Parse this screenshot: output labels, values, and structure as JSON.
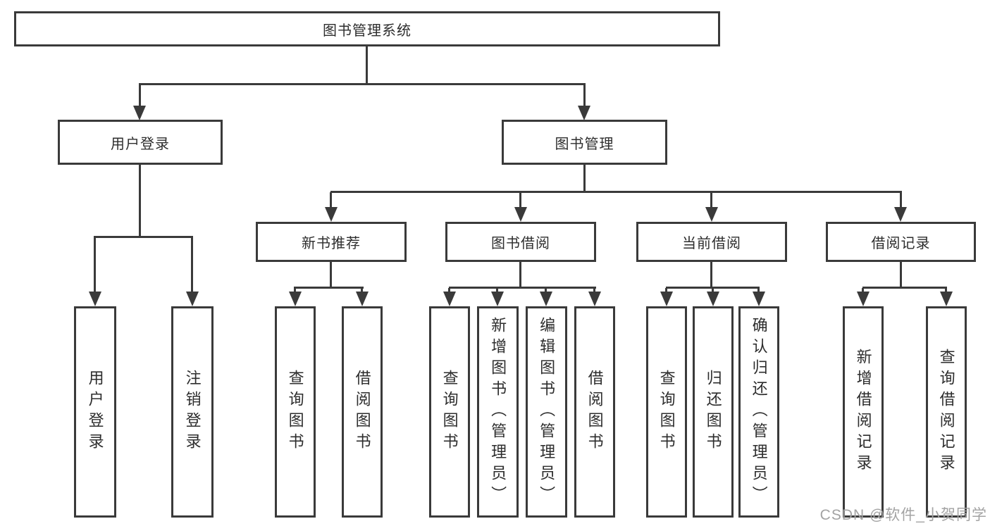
{
  "tree": {
    "root": {
      "label": "图书管理系统"
    },
    "level2": [
      {
        "label": "用户登录"
      },
      {
        "label": "图书管理"
      }
    ],
    "level3": [
      {
        "label": "新书推荐",
        "parent": "图书管理"
      },
      {
        "label": "图书借阅",
        "parent": "图书管理"
      },
      {
        "label": "当前借阅",
        "parent": "图书管理"
      },
      {
        "label": "借阅记录",
        "parent": "图书管理"
      }
    ],
    "leaves": [
      {
        "label": "用户登录",
        "parent": "用户登录"
      },
      {
        "label": "注销登录",
        "parent": "用户登录"
      },
      {
        "label": "查询图书",
        "parent": "新书推荐"
      },
      {
        "label": "借阅图书",
        "parent": "新书推荐"
      },
      {
        "label": "查询图书",
        "parent": "图书借阅"
      },
      {
        "label": "新增图书（管理员）",
        "parent": "图书借阅"
      },
      {
        "label": "编辑图书（管理员）",
        "parent": "图书借阅"
      },
      {
        "label": "借阅图书",
        "parent": "图书借阅"
      },
      {
        "label": "查询图书",
        "parent": "当前借阅"
      },
      {
        "label": "归还图书",
        "parent": "当前借阅"
      },
      {
        "label": "确认归还（管理员）",
        "parent": "当前借阅"
      },
      {
        "label": "新增借阅记录",
        "parent": "借阅记录"
      },
      {
        "label": "查询借阅记录",
        "parent": "借阅记录"
      }
    ]
  },
  "watermark": {
    "text": "CSDN @软件_小贺同学"
  },
  "colors": {
    "line": "#3a3a3a",
    "box_border": "#3a3a3a",
    "text": "#2d2d2d",
    "watermark": "#a3a3a3",
    "background": "#ffffff"
  }
}
